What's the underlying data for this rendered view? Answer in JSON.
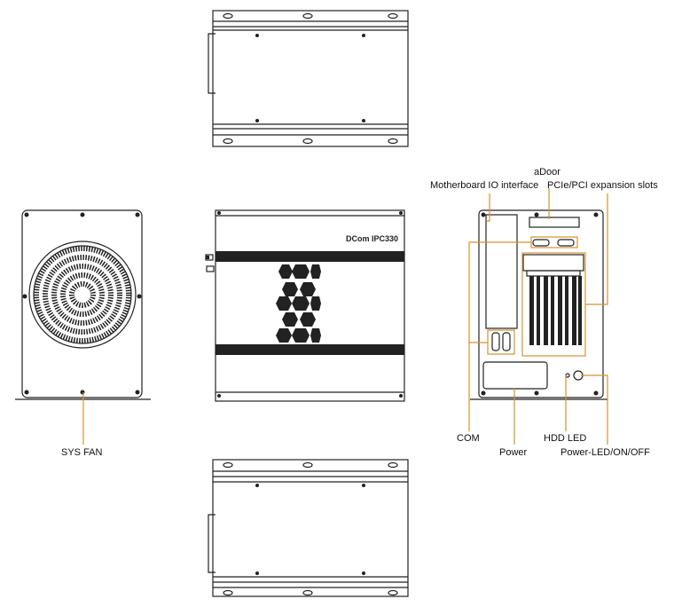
{
  "title": "Industrial PC dimensional views",
  "logo_text": "DCom IPC330",
  "labels": {
    "sys_fan": "SYS FAN",
    "adoor": "aDoor",
    "mb_io": "Motherboard IO interface",
    "pcie": "PCIe/PCI expansion slots",
    "com": "COM",
    "power": "Power",
    "hdd_led": "HDD LED",
    "power_led": "Power-LED/ON/OFF"
  },
  "colors": {
    "callout": "#d4922e",
    "line": "#222222"
  }
}
